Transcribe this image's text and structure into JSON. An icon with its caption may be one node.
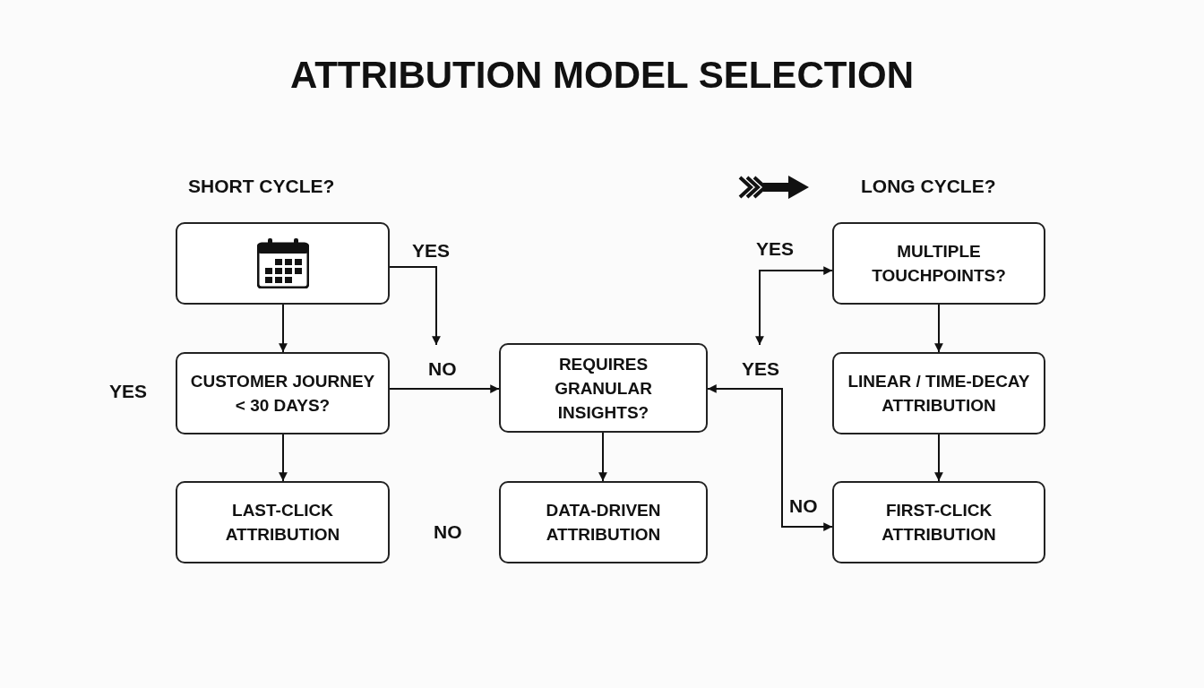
{
  "diagram": {
    "title": "ATTRIBUTION MODEL SELECTION",
    "nodes": [
      {
        "text": [],
        "shape": "box"
      },
      {
        "text": [
          "CUSTOMER JOURNEY < 30 DAYS?"
        ]
      },
      {
        "text": [
          "LAST-CLICK ATTRIBUTION"
        ]
      },
      {
        "text": [
          "REQUIRES GRANULAR INSIGHTS?"
        ]
      },
      {
        "text": [
          "DATA-DRIVEN ATTRIBUTION"
        ]
      },
      {
        "text": [
          "MULTIPLE TOUCHPOINTS?"
        ]
      },
      {
        "text": [
          "LINEAR / TIME-DECAY ATTRIBUTION"
        ]
      },
      {
        "text": [
          "FIRST-CLICK ATTRIBUTION"
        ]
      }
    ],
    "edges": [
      {
        "from": 0,
        "to": 1,
        "arrow": "to"
      },
      {
        "from": 0,
        "to": null,
        "arrow": "to",
        "label": "YES"
      },
      {
        "from": 1,
        "to": 3,
        "arrow": "to",
        "label": "NO"
      },
      {
        "from": 1,
        "to": 2,
        "arrow": "to"
      },
      {
        "from": 3,
        "to": 4,
        "arrow": "to"
      },
      {
        "from": null,
        "to": 5,
        "arrow": "both",
        "label": "YES"
      },
      {
        "from": 3,
        "to": 7,
        "arrow": "both",
        "label": "YES"
      },
      {
        "from": 5,
        "to": 6,
        "arrow": "to"
      },
      {
        "from": 6,
        "to": 7,
        "arrow": "to"
      }
    ],
    "labels": [
      "SHORT CYCLE?",
      "LONG CYCLE?",
      "YES",
      "NO",
      "NO"
    ]
  }
}
